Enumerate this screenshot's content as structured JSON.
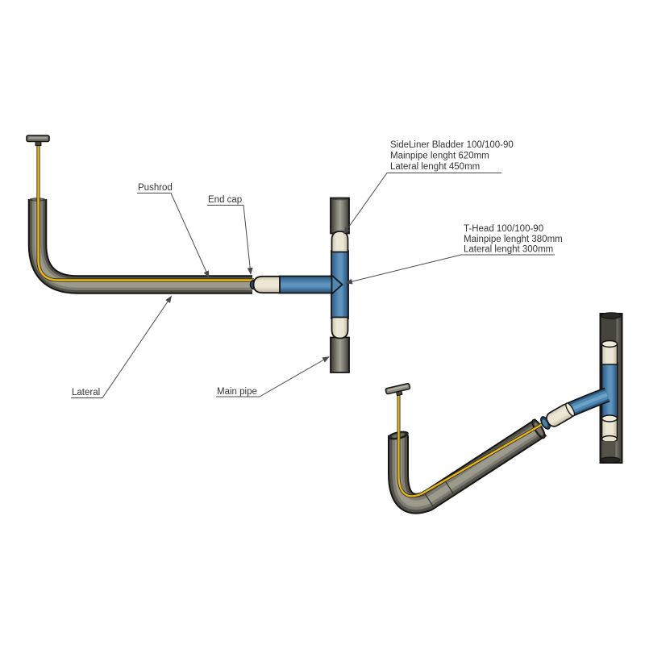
{
  "callouts": {
    "pushrod": "Pushrod",
    "end_cap": "End cap",
    "lateral": "Lateral",
    "main_pipe": "Main pipe"
  },
  "annotations": {
    "sideliner_bladder": [
      "SideLiner Bladder 100/100-90",
      "Mainpipe lenght 620mm",
      "Lateral lenght 450mm"
    ],
    "t_head": [
      "T-Head 100/100-90",
      "Mainpipe lenght 380mm",
      "Lateral lenght 300mm"
    ]
  },
  "colors": {
    "background": "#ffffff",
    "outline": "#141414",
    "pipe_gray_light": "#9c998d",
    "pipe_gray_mid": "#7f7c71",
    "pipe_gray_dark": "#4a483f",
    "liner_blue": "#4e87b1",
    "liner_blue_dark": "#2e5c84",
    "liner_blue_light": "#6ba2c8",
    "cap_cream": "#e9e3d1",
    "rod_yellow": "#eab914",
    "ring_blue": "#24455f",
    "leader": "#4a4a4a",
    "text": "#333333"
  }
}
